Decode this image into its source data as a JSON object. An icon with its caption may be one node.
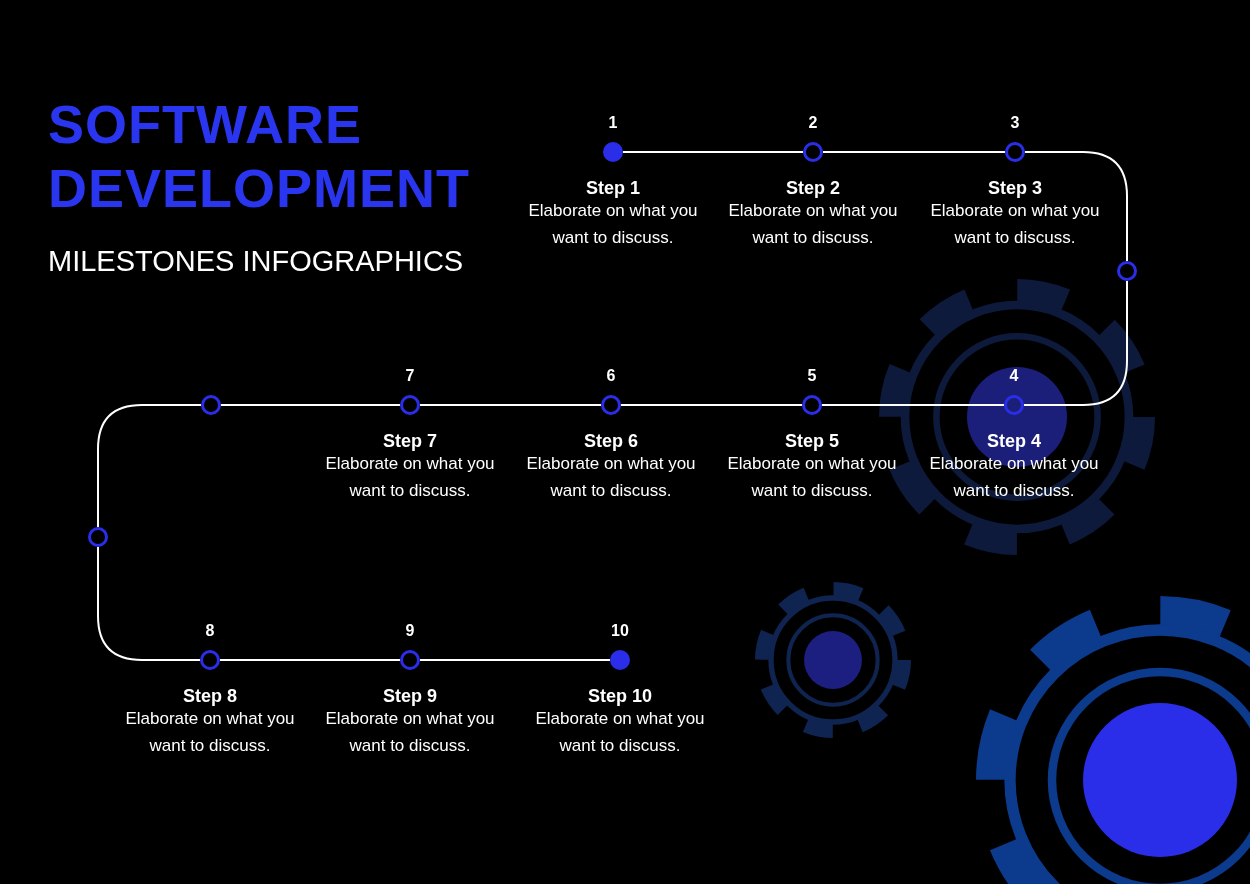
{
  "diagram": {
    "title": "SOFTWARE DEVELOPMENT",
    "nodes": [
      {
        "text": [],
        "shape": "circle",
        "beside": [
          "1",
          "Step 1",
          "Elaborate on what you want to discuss."
        ]
      },
      {
        "text": [],
        "shape": "circle",
        "beside": [
          "2",
          "Step 2",
          "Elaborate on what you want to discuss."
        ]
      },
      {
        "text": [],
        "shape": "circle",
        "beside": [
          "3",
          "Step 3",
          "Elaborate on what you want to discuss."
        ]
      },
      {
        "text": [],
        "shape": "circle"
      },
      {
        "text": [],
        "shape": "circle",
        "beside": [
          "4",
          "Step 4",
          "Elaborate on what you want to discuss."
        ]
      },
      {
        "text": [],
        "shape": "circle",
        "beside": [
          "5",
          "Step 5",
          "Elaborate on what you want to discuss."
        ]
      },
      {
        "text": [],
        "shape": "circle",
        "beside": [
          "6",
          "Step 6",
          "Elaborate on what you want to discuss."
        ]
      },
      {
        "text": [],
        "shape": "circle",
        "beside": [
          "7",
          "Step 7",
          "Elaborate on what you want to discuss."
        ]
      },
      {
        "text": [],
        "shape": "circle"
      },
      {
        "text": [],
        "shape": "circle"
      },
      {
        "text": [],
        "shape": "circle",
        "beside": [
          "8",
          "Step 8",
          "Elaborate on what you want to discuss."
        ]
      },
      {
        "text": [],
        "shape": "circle",
        "beside": [
          "9",
          "Step 9",
          "Elaborate on what you want to discuss."
        ]
      },
      {
        "text": [],
        "shape": "circle",
        "beside": [
          "10",
          "Step 10",
          "Elaborate on what you want to discuss."
        ]
      }
    ],
    "edges": [
      {
        "from": 0,
        "to": 1,
        "arrow": "none"
      },
      {
        "from": 1,
        "to": 2,
        "arrow": "none"
      },
      {
        "from": 2,
        "to": 3,
        "arrow": "none"
      },
      {
        "from": 3,
        "to": 4,
        "arrow": "none"
      },
      {
        "from": 4,
        "to": 5,
        "arrow": "none"
      },
      {
        "from": 5,
        "to": 6,
        "arrow": "none"
      },
      {
        "from": 6,
        "to": 7,
        "arrow": "none"
      },
      {
        "from": 7,
        "to": 8,
        "arrow": "none"
      },
      {
        "from": 8,
        "to": 9,
        "arrow": "none"
      },
      {
        "from": 9,
        "to": 10,
        "arrow": "none"
      },
      {
        "from": 10,
        "to": 11,
        "arrow": "none"
      },
      {
        "from": 11,
        "to": 12,
        "arrow": "none"
      }
    ],
    "labels": [
      "MILESTONES INFOGRAPHICS"
    ]
  }
}
